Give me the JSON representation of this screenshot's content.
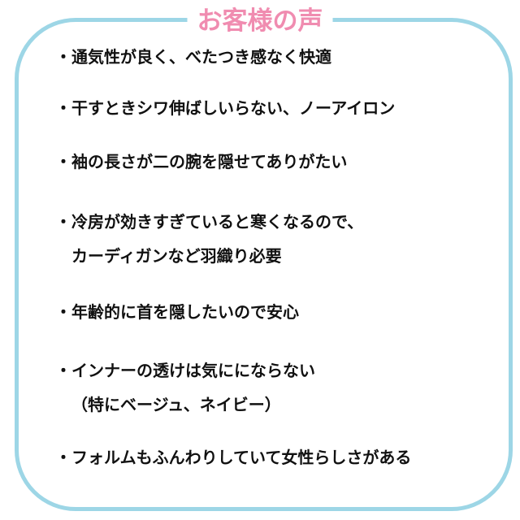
{
  "title": "お客様の声",
  "colors": {
    "border": "#9dd6e6",
    "title": "#f08cb0"
  },
  "items": [
    {
      "lines": [
        "・通気性が良く、べたつき感なく快適"
      ]
    },
    {
      "lines": [
        "・干すときシワ伸ばしいらない、ノーアイロン"
      ]
    },
    {
      "lines": [
        "・袖の長さが二の腕を隠せてありがたい"
      ]
    },
    {
      "lines": [
        "・冷房が効きすぎていると寒くなるので、",
        "カーディガンなど羽織り必要"
      ]
    },
    {
      "lines": [
        "・年齢的に首を隠したいので安心"
      ]
    },
    {
      "lines": [
        "・インナーの透けは気ににならない",
        "（特にベージュ、ネイビー）"
      ]
    },
    {
      "lines": [
        "・フォルムもふんわりしていて女性らしさがある"
      ]
    }
  ]
}
